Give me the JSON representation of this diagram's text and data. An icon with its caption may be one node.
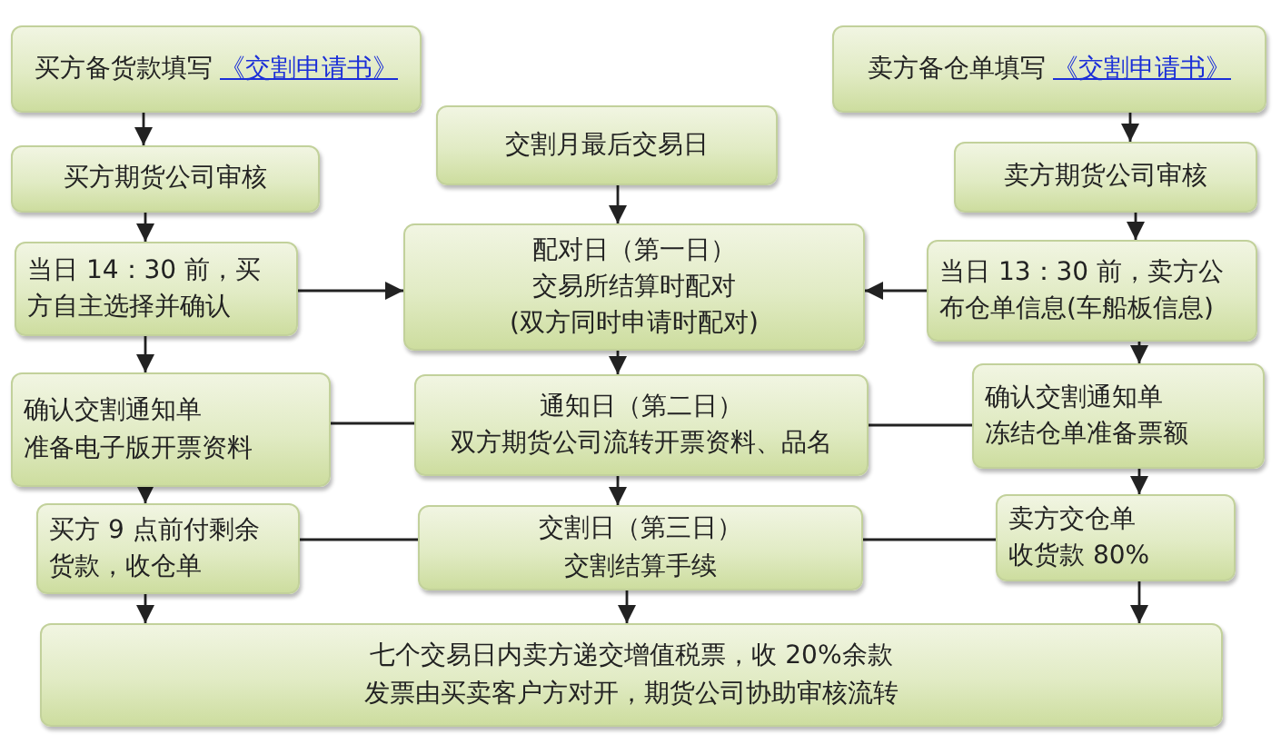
{
  "diagram": {
    "nodes": [
      {
        "text": [
          "买方备货款填写",
          "《交割申请书》"
        ]
      },
      {
        "text": [
          "买方期货公司审核"
        ]
      },
      {
        "text": [
          "当日 14：30 前，买方自主选择并确认"
        ]
      },
      {
        "text": [
          "确认交割通知单",
          "准备电子版开票资料"
        ]
      },
      {
        "text": [
          "买方 9 点前付剩余货款，收仓单"
        ]
      },
      {
        "text": [
          "交割月最后交易日"
        ]
      },
      {
        "text": [
          "配对日（第一日）",
          "交易所结算时配对",
          "(双方同时申请时配对)"
        ]
      },
      {
        "text": [
          "通知日（第二日）",
          "双方期货公司流转开票资料、品名"
        ]
      },
      {
        "text": [
          "交割日（第三日）",
          "交割结算手续"
        ]
      },
      {
        "text": [
          "卖方备仓单填写",
          "《交割申请书》"
        ]
      },
      {
        "text": [
          "卖方期货公司审核"
        ]
      },
      {
        "text": [
          "当日 13：30 前，卖方公布仓单信息(车船板信息)"
        ]
      },
      {
        "text": [
          "确认交割通知单",
          "冻结仓单准备票额"
        ]
      },
      {
        "text": [
          "卖方交仓单",
          "收货款 80%"
        ]
      },
      {
        "text": [
          "七个交易日内卖方递交增值税票，收 20%余款",
          "发票由买卖客户方对开，期货公司协助审核流转"
        ]
      }
    ],
    "edges": [
      {
        "from": 0,
        "to": 1,
        "arrow": "to"
      },
      {
        "from": 1,
        "to": 2,
        "arrow": "to"
      },
      {
        "from": 2,
        "to": 6,
        "arrow": "to"
      },
      {
        "from": 2,
        "to": 3,
        "arrow": "to"
      },
      {
        "from": 3,
        "to": 4,
        "arrow": "to"
      },
      {
        "from": 3,
        "to": 7,
        "arrow": "none"
      },
      {
        "from": 4,
        "to": 8,
        "arrow": "none"
      },
      {
        "from": 4,
        "to": 14,
        "arrow": "to"
      },
      {
        "from": 5,
        "to": 6,
        "arrow": "to"
      },
      {
        "from": 6,
        "to": 7,
        "arrow": "to"
      },
      {
        "from": 7,
        "to": 8,
        "arrow": "to"
      },
      {
        "from": 8,
        "to": 14,
        "arrow": "to"
      },
      {
        "from": 9,
        "to": 10,
        "arrow": "to"
      },
      {
        "from": 10,
        "to": 11,
        "arrow": "to"
      },
      {
        "from": 11,
        "to": 6,
        "arrow": "to"
      },
      {
        "from": 11,
        "to": 12,
        "arrow": "to"
      },
      {
        "from": 12,
        "to": 7,
        "arrow": "none"
      },
      {
        "from": 12,
        "to": 13,
        "arrow": "to"
      },
      {
        "from": 13,
        "to": 8,
        "arrow": "none"
      },
      {
        "from": 13,
        "to": 14,
        "arrow": "to"
      }
    ]
  }
}
